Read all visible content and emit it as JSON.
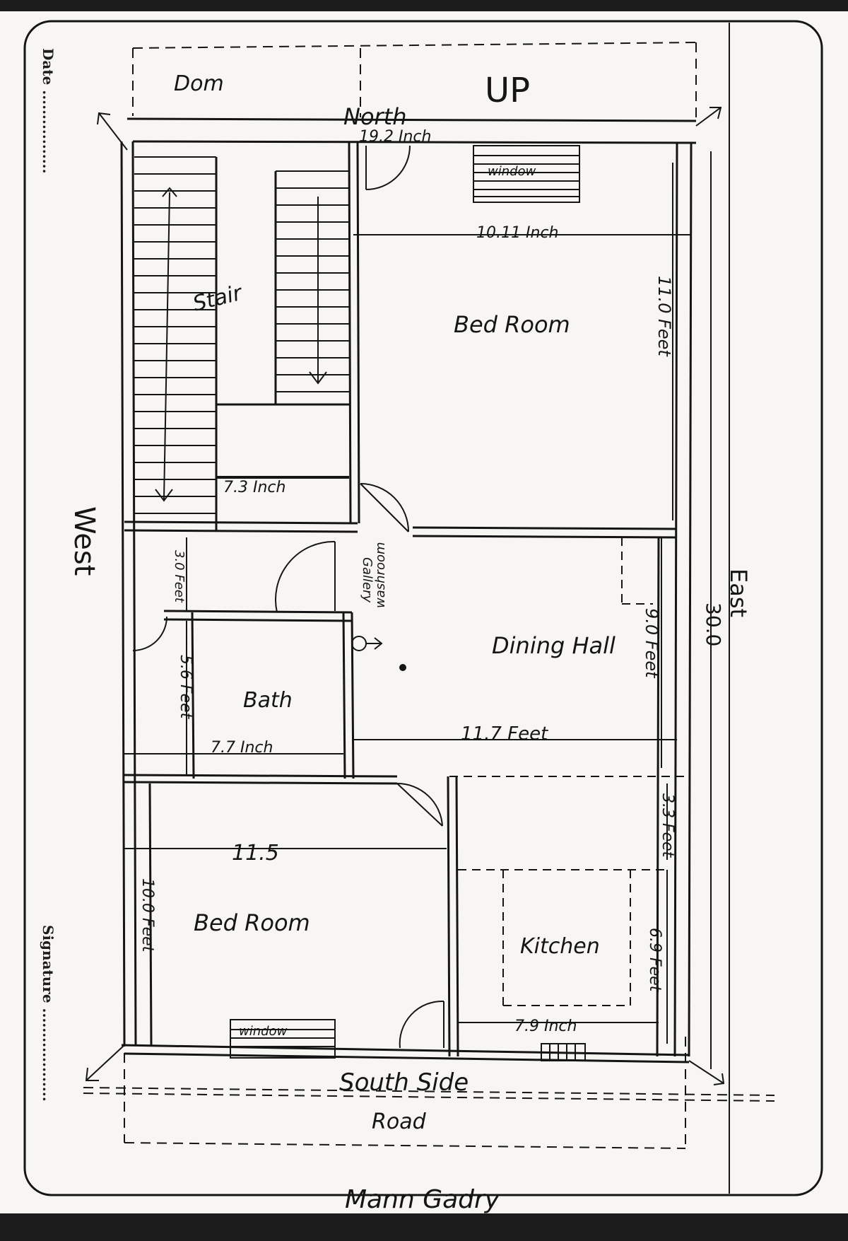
{
  "sheet": {
    "date_label": "Date .................",
    "signature_label": "Signature ..................."
  },
  "plan": {
    "ink_color": "#151515",
    "paper_color": "#f7f6f3",
    "directions": {
      "north": "North",
      "west": "West",
      "east": "East",
      "south": "South Side",
      "up": "UP"
    },
    "road": "Road",
    "rooms": {
      "dom": "Dom",
      "stair": "Stair",
      "bedroom_top": "Bed Room",
      "dining": "Dining Hall",
      "bath": "Bath",
      "bedroom_bottom": "Bed Room",
      "kitchen": "Kitchen",
      "gallery": "Gallery",
      "washroom": "washroom",
      "window_top": "window",
      "window_bottom": "window"
    },
    "dimensions": {
      "north_width": "19.2 Inch",
      "bedroom_top_width": "10.11 Inch",
      "bedroom_top_depth": "11.0 Feet",
      "stair_width": "7.3 Inch",
      "gap_height": "3.0 Feet",
      "bath_height": "5.6 Feet",
      "bath_width": "7.7 Inch",
      "dining_width": "11.7 Feet",
      "dining_depth": "9.0 Feet",
      "bedroom_bottom_width": "11.5",
      "bedroom_bottom_depth": "10.0 Feet",
      "kitchen_top": "3.3 Feet",
      "kitchen_depth": "6.9 Feet",
      "kitchen_width": "7.9 Inch",
      "east_length": "30.0"
    },
    "footer_signature": "Mann Gadry"
  }
}
